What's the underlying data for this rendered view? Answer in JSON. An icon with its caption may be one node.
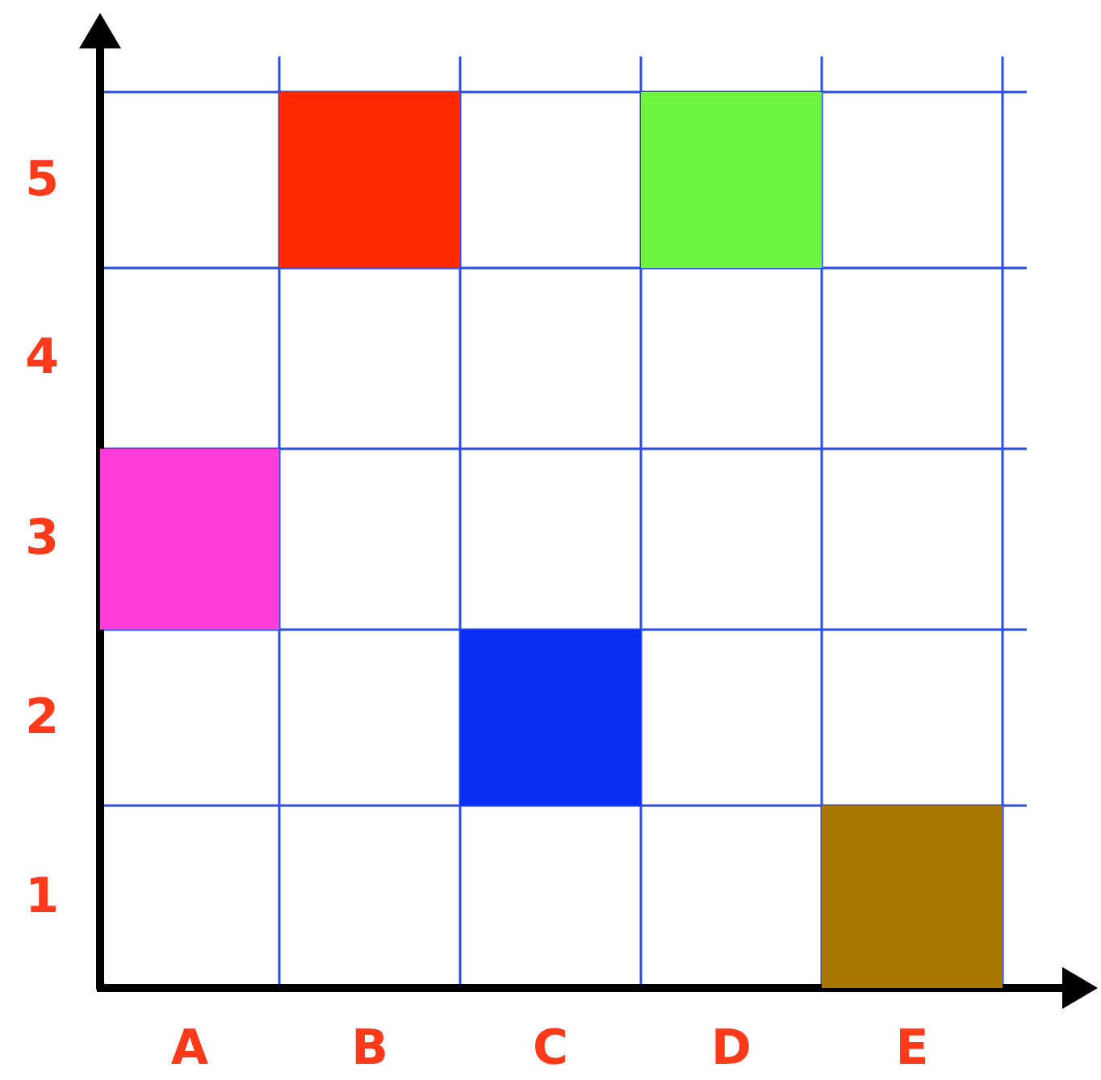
{
  "diagram": {
    "nodes": [
      {
        "text": [],
        "shape": "box"
      },
      {
        "text": [],
        "shape": "box"
      },
      {
        "text": [],
        "shape": "box"
      },
      {
        "text": [],
        "shape": "box"
      },
      {
        "text": [],
        "shape": "box"
      }
    ],
    "labels": [
      "5",
      "4",
      "3",
      "2",
      "1",
      "A",
      "B",
      "C",
      "D",
      "E"
    ]
  }
}
